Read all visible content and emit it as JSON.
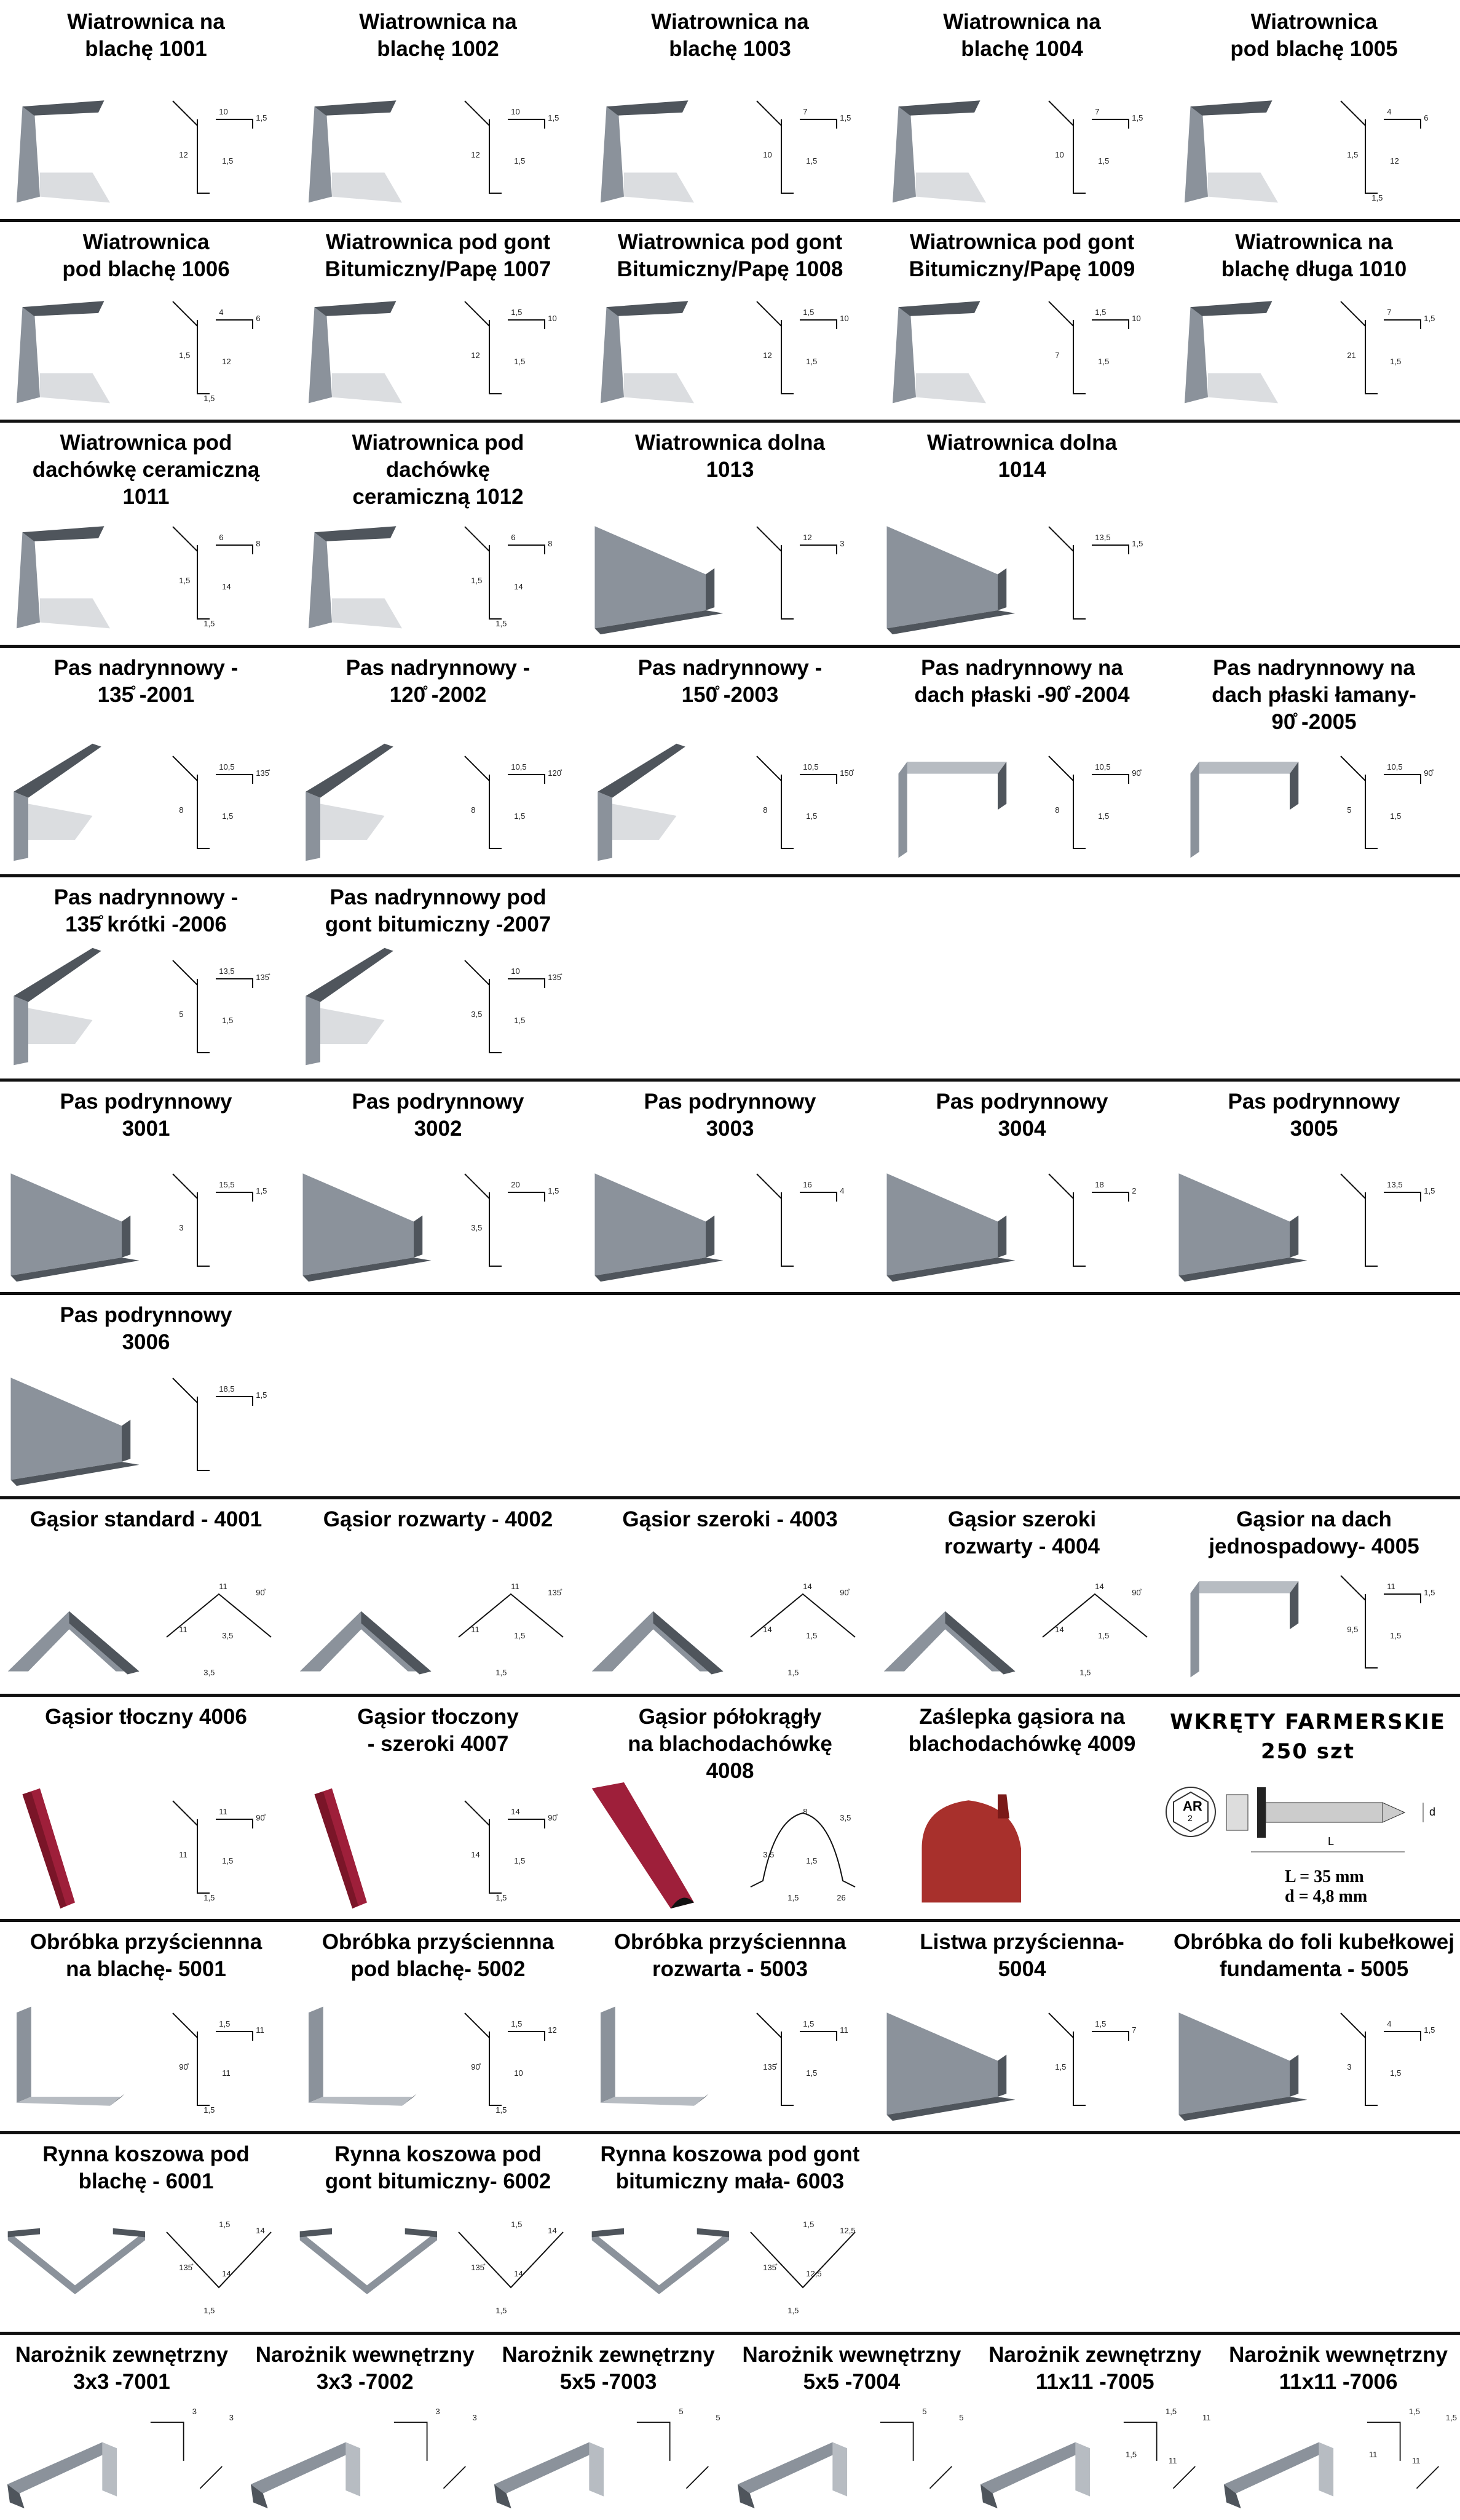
{
  "colors": {
    "metal": "#8b929b",
    "metal_dark": "#4f555c",
    "metal_light": "#b7bcc2",
    "red": "#9e1f3a",
    "cap_red": "#a8302c",
    "separator": "#111111"
  },
  "rows": [
    {
      "items": [
        {
          "title": [
            "Wiatrownica na",
            "blachę 1001"
          ],
          "shape": "flashing",
          "dims": [
            "10",
            "1,5",
            "12",
            "1,5"
          ]
        },
        {
          "title": [
            "Wiatrownica na",
            "blachę 1002"
          ],
          "shape": "flashing",
          "dims": [
            "10",
            "1,5",
            "12",
            "1,5"
          ]
        },
        {
          "title": [
            "Wiatrownica na",
            "blachę 1003"
          ],
          "shape": "flashing",
          "dims": [
            "7",
            "1,5",
            "10",
            "1,5"
          ]
        },
        {
          "title": [
            "Wiatrownica na",
            "blachę 1004"
          ],
          "shape": "flashing",
          "dims": [
            "7",
            "1,5",
            "10",
            "1,5"
          ]
        },
        {
          "title": [
            "Wiatrownica",
            "pod blachę 1005"
          ],
          "shape": "flashing",
          "dims": [
            "4",
            "6",
            "1,5",
            "12",
            "1,5"
          ]
        }
      ]
    },
    {
      "items": [
        {
          "title": [
            "Wiatrownica",
            "pod blachę 1006"
          ],
          "shape": "flashing",
          "dims": [
            "4",
            "6",
            "1,5",
            "12",
            "1,5"
          ]
        },
        {
          "title": [
            "Wiatrownica pod gont",
            "Bitumiczny/Papę 1007"
          ],
          "shape": "flashing",
          "dims": [
            "1,5",
            "10",
            "12",
            "1,5"
          ]
        },
        {
          "title": [
            "Wiatrownica pod gont",
            "Bitumiczny/Papę 1008"
          ],
          "shape": "flashing",
          "dims": [
            "1,5",
            "10",
            "12",
            "1,5"
          ]
        },
        {
          "title": [
            "Wiatrownica pod gont",
            "Bitumiczny/Papę 1009"
          ],
          "shape": "flashing",
          "dims": [
            "1,5",
            "10",
            "7",
            "1,5"
          ]
        },
        {
          "title": [
            "Wiatrownica na",
            "blachę długa 1010"
          ],
          "shape": "flashing",
          "dims": [
            "7",
            "1,5",
            "21",
            "1,5"
          ]
        }
      ]
    },
    {
      "items": [
        {
          "title": [
            "Wiatrownica pod",
            "dachówkę ceramiczną",
            "1011"
          ],
          "shape": "flashing",
          "dims": [
            "6",
            "8",
            "1,5",
            "14",
            "1,5"
          ]
        },
        {
          "title": [
            "Wiatrownica pod",
            "dachówkę",
            "ceramiczną 1012"
          ],
          "shape": "flashing",
          "dims": [
            "6",
            "8",
            "1,5",
            "14",
            "1,5"
          ]
        },
        {
          "title": [
            "Wiatrownica dolna",
            "1013"
          ],
          "shape": "board",
          "dims": [
            "12",
            "3"
          ]
        },
        {
          "title": [
            "Wiatrownica dolna",
            "1014"
          ],
          "shape": "board",
          "dims": [
            "13,5",
            "1,5"
          ]
        }
      ]
    },
    {
      "items": [
        {
          "title": [
            "Pas nadrynnowy -",
            "135̊ -2001"
          ],
          "shape": "drip",
          "dims": [
            "10,5",
            "135̊",
            "8",
            "1,5"
          ]
        },
        {
          "title": [
            "Pas nadrynnowy -",
            "120̊ -2002"
          ],
          "shape": "drip",
          "dims": [
            "10,5",
            "120̊",
            "8",
            "1,5"
          ]
        },
        {
          "title": [
            "Pas nadrynnowy -",
            "150̊ -2003"
          ],
          "shape": "drip",
          "dims": [
            "10,5",
            "150̊",
            "8",
            "1,5"
          ]
        },
        {
          "title": [
            "Pas nadrynnowy na",
            "dach płaski -90̊ -2004"
          ],
          "shape": "flat",
          "dims": [
            "10,5",
            "90̊",
            "8",
            "1,5"
          ]
        },
        {
          "title": [
            "Pas nadrynnowy na",
            "dach płaski  łamany-",
            "90̊ -2005"
          ],
          "shape": "flat",
          "dims": [
            "10,5",
            "90̊",
            "5",
            "1,5"
          ]
        }
      ]
    },
    {
      "items": [
        {
          "title": [
            "Pas nadrynnowy -",
            "135̊ krótki -2006"
          ],
          "shape": "drip",
          "dims": [
            "13,5",
            "135̊",
            "5",
            "1,5"
          ]
        },
        {
          "title": [
            "Pas nadrynnowy pod",
            "gont bitumiczny -2007"
          ],
          "shape": "drip",
          "dims": [
            "10",
            "135̊",
            "3,5",
            "1,5"
          ]
        }
      ]
    },
    {
      "items": [
        {
          "title": [
            "Pas podrynnowy",
            "3001"
          ],
          "shape": "board",
          "dims": [
            "15,5",
            "1,5",
            "3"
          ]
        },
        {
          "title": [
            "Pas podrynnowy",
            "3002"
          ],
          "shape": "board",
          "dims": [
            "20",
            "1,5",
            "3,5"
          ]
        },
        {
          "title": [
            "Pas podrynnowy",
            "3003"
          ],
          "shape": "board",
          "dims": [
            "16",
            "4"
          ]
        },
        {
          "title": [
            "Pas podrynnowy",
            "3004"
          ],
          "shape": "board",
          "dims": [
            "18",
            "2"
          ]
        },
        {
          "title": [
            "Pas podrynnowy",
            "3005"
          ],
          "shape": "board",
          "dims": [
            "13,5",
            "1,5"
          ]
        }
      ]
    },
    {
      "items": [
        {
          "title": [
            "Pas podrynnowy",
            "3006"
          ],
          "shape": "board",
          "dims": [
            "18,5",
            "1,5"
          ]
        }
      ]
    },
    {
      "items": [
        {
          "title": [
            "Gąsior standard - 4001"
          ],
          "shape": "ridge",
          "dims": [
            "11",
            "90̊",
            "11",
            "3,5",
            "3,5"
          ]
        },
        {
          "title": [
            "Gąsior rozwarty - 4002"
          ],
          "shape": "ridge",
          "dims": [
            "11",
            "135̊",
            "11",
            "1,5",
            "1,5"
          ]
        },
        {
          "title": [
            "Gąsior szeroki - 4003"
          ],
          "shape": "ridge",
          "dims": [
            "14",
            "90̊",
            "14",
            "1,5",
            "1,5"
          ]
        },
        {
          "title": [
            "Gąsior szeroki",
            "rozwarty - 4004"
          ],
          "shape": "ridge",
          "dims": [
            "14",
            "90̊",
            "14",
            "1,5",
            "1,5"
          ]
        },
        {
          "title": [
            "Gąsior na dach",
            "jednospadowy- 4005"
          ],
          "shape": "flat",
          "dims": [
            "11",
            "1,5",
            "9,5",
            "1,5"
          ]
        }
      ]
    },
    {
      "items": [
        {
          "title": [
            "Gąsior tłoczny 4006"
          ],
          "shape": "redbar",
          "dims": [
            "11",
            "90̊",
            "11",
            "1,5",
            "1,5"
          ]
        },
        {
          "title": [
            "Gąsior tłoczony",
            "- szeroki 4007"
          ],
          "shape": "redbar",
          "dims": [
            "14",
            "90̊",
            "14",
            "1,5",
            "1,5"
          ]
        },
        {
          "title": [
            "Gąsior półokrągły",
            "na blachodachówkę",
            "4008"
          ],
          "shape": "halfround",
          "dims": [
            "8",
            "3,5",
            "3,5",
            "1,5",
            "1,5",
            "26"
          ]
        },
        {
          "title": [
            "Zaślepka gąsiora na",
            "blachodachówkę 4009"
          ],
          "shape": "cap",
          "dims": []
        }
      ]
    },
    {
      "items": [
        {
          "title": [
            "Obróbka przyściennna",
            "na blachę- 5001"
          ],
          "shape": "wall",
          "dims": [
            "1,5",
            "11",
            "90̊",
            "11",
            "1,5"
          ]
        },
        {
          "title": [
            "Obróbka przyściennna",
            "pod blachę- 5002"
          ],
          "shape": "wall",
          "dims": [
            "1,5",
            "12",
            "90̊",
            "10",
            "1,5"
          ]
        },
        {
          "title": [
            "Obróbka przyściennna",
            "rozwarta - 5003"
          ],
          "shape": "wall",
          "dims": [
            "1,5",
            "11",
            "135̊",
            "1,5"
          ]
        },
        {
          "title": [
            "Listwa przyścienna-",
            "5004"
          ],
          "shape": "board",
          "dims": [
            "1,5",
            "7",
            "1,5"
          ]
        },
        {
          "title": [
            "Obróbka do foli kubełkowej",
            "fundamenta - 5005"
          ],
          "shape": "board",
          "dims": [
            "4",
            "1,5",
            "3",
            "1,5"
          ]
        }
      ]
    },
    {
      "items": [
        {
          "title": [
            "Rynna koszowa pod",
            "blachę - 6001"
          ],
          "shape": "valley",
          "dims": [
            "1,5",
            "14",
            "135̊",
            "14",
            "1,5"
          ]
        },
        {
          "title": [
            "Rynna koszowa pod",
            "gont bitumiczny- 6002"
          ],
          "shape": "valley",
          "dims": [
            "1,5",
            "14",
            "135̊",
            "14",
            "1,5"
          ]
        },
        {
          "title": [
            "Rynna koszowa pod gont",
            "bitumiczny mała- 6003"
          ],
          "shape": "valley",
          "dims": [
            "1,5",
            "12,5",
            "135̊",
            "12,5",
            "1,5"
          ]
        }
      ]
    },
    {
      "items": [
        {
          "title": [
            "Narożnik zewnętrzny",
            "3x3 -7001"
          ],
          "shape": "corner",
          "dims": [
            "3",
            "3"
          ]
        },
        {
          "title": [
            "Narożnik wewnętrzny",
            "3x3 -7002"
          ],
          "shape": "corner",
          "dims": [
            "3",
            "3"
          ]
        },
        {
          "title": [
            "Narożnik zewnętrzny",
            "5x5 -7003"
          ],
          "shape": "corner",
          "dims": [
            "5",
            "5"
          ]
        },
        {
          "title": [
            "Narożnik wewnętrzny",
            "5x5 -7004"
          ],
          "shape": "corner",
          "dims": [
            "5",
            "5"
          ]
        },
        {
          "title": [
            "Narożnik zewnętrzny",
            "11x11 -7005"
          ],
          "shape": "corner",
          "dims": [
            "1,5",
            "11",
            "1,5",
            "11"
          ]
        },
        {
          "title": [
            "Narożnik wewnętrzny",
            "11x11 -7006"
          ],
          "shape": "corner",
          "dims": [
            "1,5",
            "1,5",
            "11",
            "11"
          ]
        }
      ]
    }
  ],
  "screws": {
    "title": "WKRĘTY FARMERSKIE",
    "count": "250 szt",
    "head_mark": "AR",
    "head_sub": "2",
    "label_l": "L",
    "label_d": "d",
    "length": "L = 35 mm",
    "diameter": "d = 4,8 mm"
  }
}
